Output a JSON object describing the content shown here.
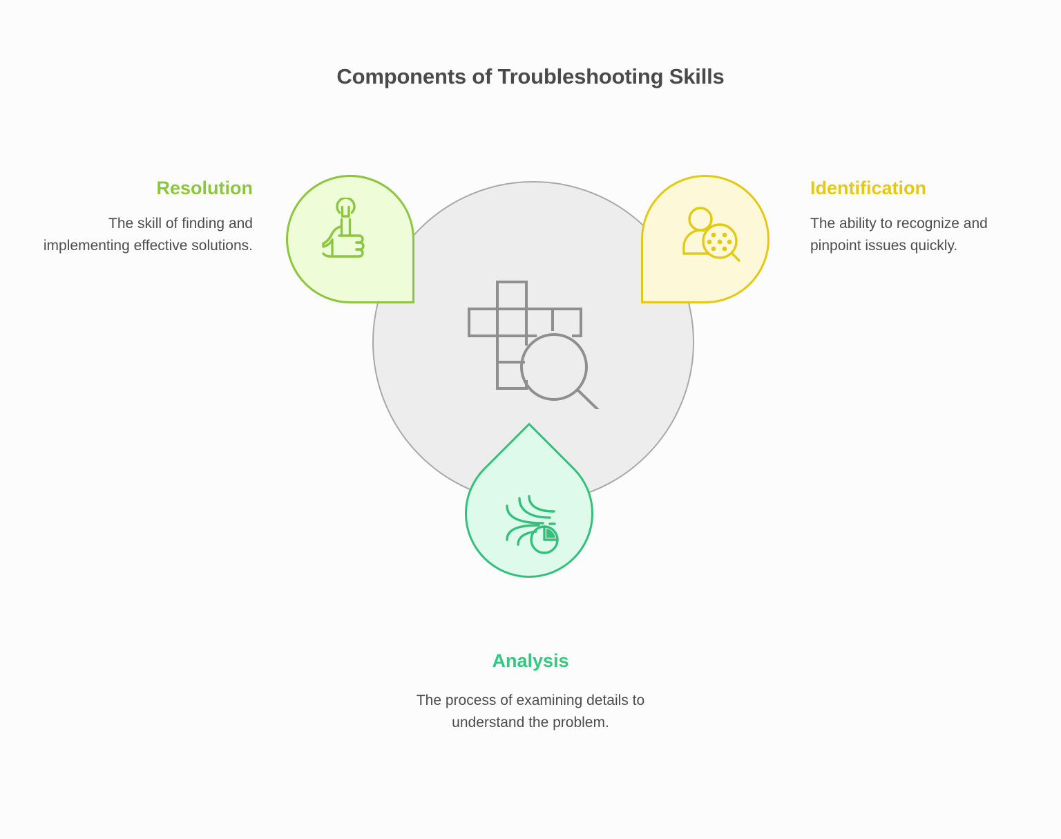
{
  "title": "Components of Troubleshooting Skills",
  "colors": {
    "background": "#fcfcfc",
    "title_text": "#4a4a4a",
    "body_text": "#4c4c4c",
    "center_circle_fill": "#ededed",
    "center_circle_stroke": "#a8a8a8",
    "resolution_accent": "#8cc63f",
    "resolution_fill": "#eefdd7",
    "identification_accent": "#e3c913",
    "identification_fill": "#fcf8d8",
    "analysis_accent": "#33c07b",
    "analysis_fill": "#defaea"
  },
  "center": {
    "icon": "crossword-grid-magnifier-icon"
  },
  "components": [
    {
      "id": "resolution",
      "heading": "Resolution",
      "body": "The skill of finding and implementing effective solutions.",
      "icon": "thumbs-up-wrench-icon",
      "accent": "#8cc63f",
      "fill": "#eefdd7"
    },
    {
      "id": "identification",
      "heading": "Identification",
      "body": "The ability to recognize and pinpoint issues quickly.",
      "icon": "person-magnifier-icon",
      "accent": "#e3c913",
      "fill": "#fcf8d8"
    },
    {
      "id": "analysis",
      "heading": "Analysis",
      "body": "The process of examining details to understand the problem.",
      "icon": "data-streams-pie-chart-icon",
      "accent": "#33c07b",
      "fill": "#defaea"
    }
  ]
}
